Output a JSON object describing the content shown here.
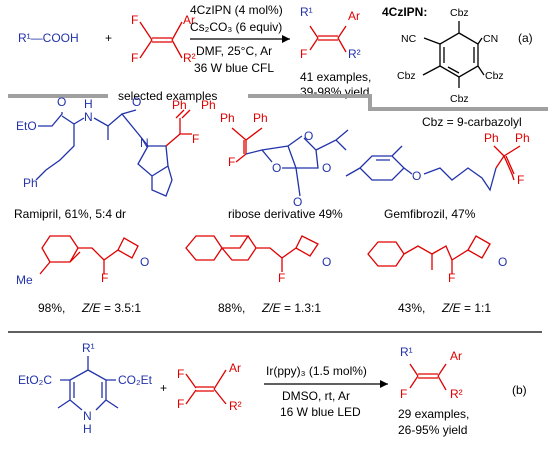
{
  "scheme_a": {
    "reactant_acid": "R¹—COOH",
    "plus": "+",
    "alkene_F_top": "F",
    "alkene_F_bottom": "F",
    "alkene_Ar": "Ar",
    "alkene_R2": "R²",
    "conditions_1": "4CzIPN (4 mol%)",
    "conditions_2": "Cs₂CO₃ (6 equiv)",
    "conditions_3": "DMF, 25°C, Ar",
    "conditions_4": "36 W blue CFL",
    "product_R1": "R¹",
    "product_Ar": "Ar",
    "product_F": "F",
    "product_R2": "R²",
    "scope_count": "41 examples,",
    "yield_range": "39-98% yield",
    "label": "(a)",
    "catalyst_title": "4CzIPN:",
    "catalyst_NC": "NC",
    "catalyst_CN": "CN",
    "cbz": "Cbz",
    "cbz_def": "Cbz = 9-carbazolyl"
  },
  "selected_examples_label": "selected examples",
  "examples": [
    {
      "name": "Ramipril, 61%, 5:4 dr"
    },
    {
      "name": "ribose derivative 49%"
    },
    {
      "name": "Gemfibrozil, 47%"
    },
    {
      "name": "98%, ",
      "ze": "Z/E",
      "ratio": " = 3.5:1"
    },
    {
      "name": "88%, ",
      "ze": "Z/E",
      "ratio": " = 1.3:1"
    },
    {
      "name": "43%, ",
      "ze": "Z/E",
      "ratio": " = 1:1"
    }
  ],
  "structure_labels": {
    "eto": "EtO",
    "o": "O",
    "n": "N",
    "h": "H",
    "ph": "Ph",
    "f": "F",
    "me": "Me"
  },
  "scheme_b": {
    "hantzsch_R1": "R¹",
    "hantzsch_left_ester": "EtO₂C",
    "hantzsch_right_ester": "CO₂Et",
    "hantzsch_N": "N",
    "hantzsch_H": "H",
    "plus": "+",
    "alkene_F_top": "F",
    "alkene_F_bottom": "F",
    "alkene_Ar": "Ar",
    "alkene_R2": "R²",
    "conditions_1": "Ir(ppy)₃ (1.5 mol%)",
    "conditions_2": "DMSO, rt, Ar",
    "conditions_3": "16 W blue LED",
    "product_R1": "R¹",
    "product_Ar": "Ar",
    "product_F": "F",
    "product_R2": "R²",
    "scope_count": "29 examples,",
    "yield_range": "26-95% yield",
    "label": "(b)"
  },
  "colors": {
    "substrate_blue": "#2233aa",
    "fluoroalkene_red": "#e00000",
    "divider_gray": "#a0a0a0"
  }
}
